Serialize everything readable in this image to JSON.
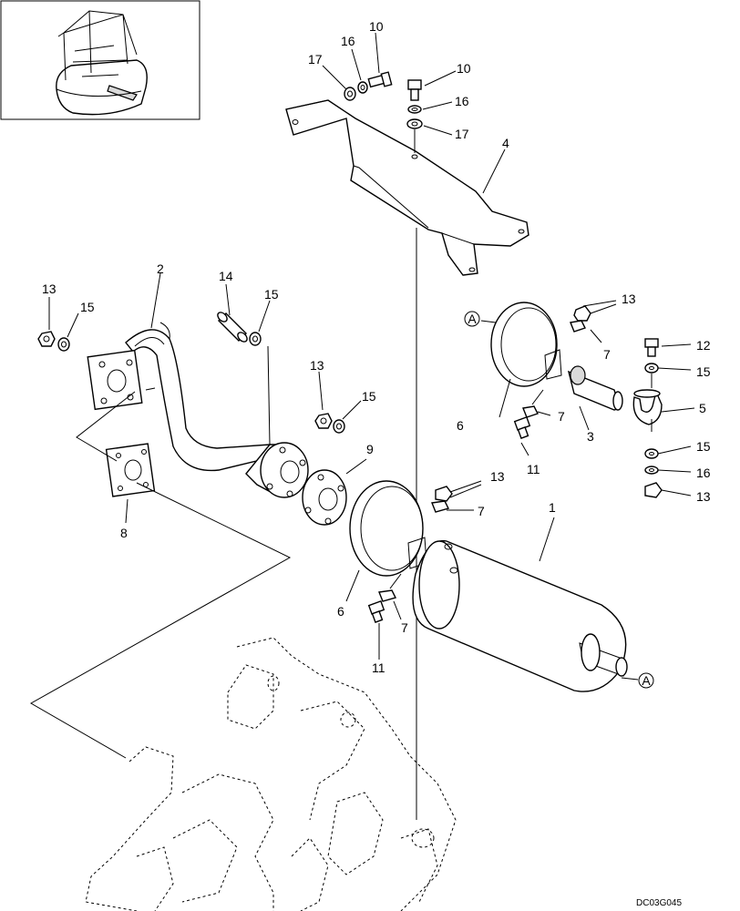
{
  "diagram": {
    "callouts": {
      "c10a": "10",
      "c16a": "16",
      "c17a": "17",
      "c10b": "10",
      "c16b": "16",
      "c17b": "17",
      "c4": "4",
      "c2": "2",
      "c14": "14",
      "c13a": "13",
      "c15a": "15",
      "c15b": "15",
      "c13b": "13",
      "c15c": "15",
      "c13c": "13",
      "c7a": "7",
      "c12": "12",
      "c15d": "15",
      "c5": "5",
      "c6a": "6",
      "c3": "3",
      "c7b": "7",
      "c11a": "11",
      "c15e": "15",
      "c16c": "16",
      "c13d": "13",
      "c9": "9",
      "c8": "8",
      "c13e": "13",
      "c7c": "7",
      "c1": "1",
      "c6b": "6",
      "c7d": "7",
      "c11b": "11"
    },
    "refA1": "A",
    "refA2": "A",
    "code": "DC03G045"
  }
}
